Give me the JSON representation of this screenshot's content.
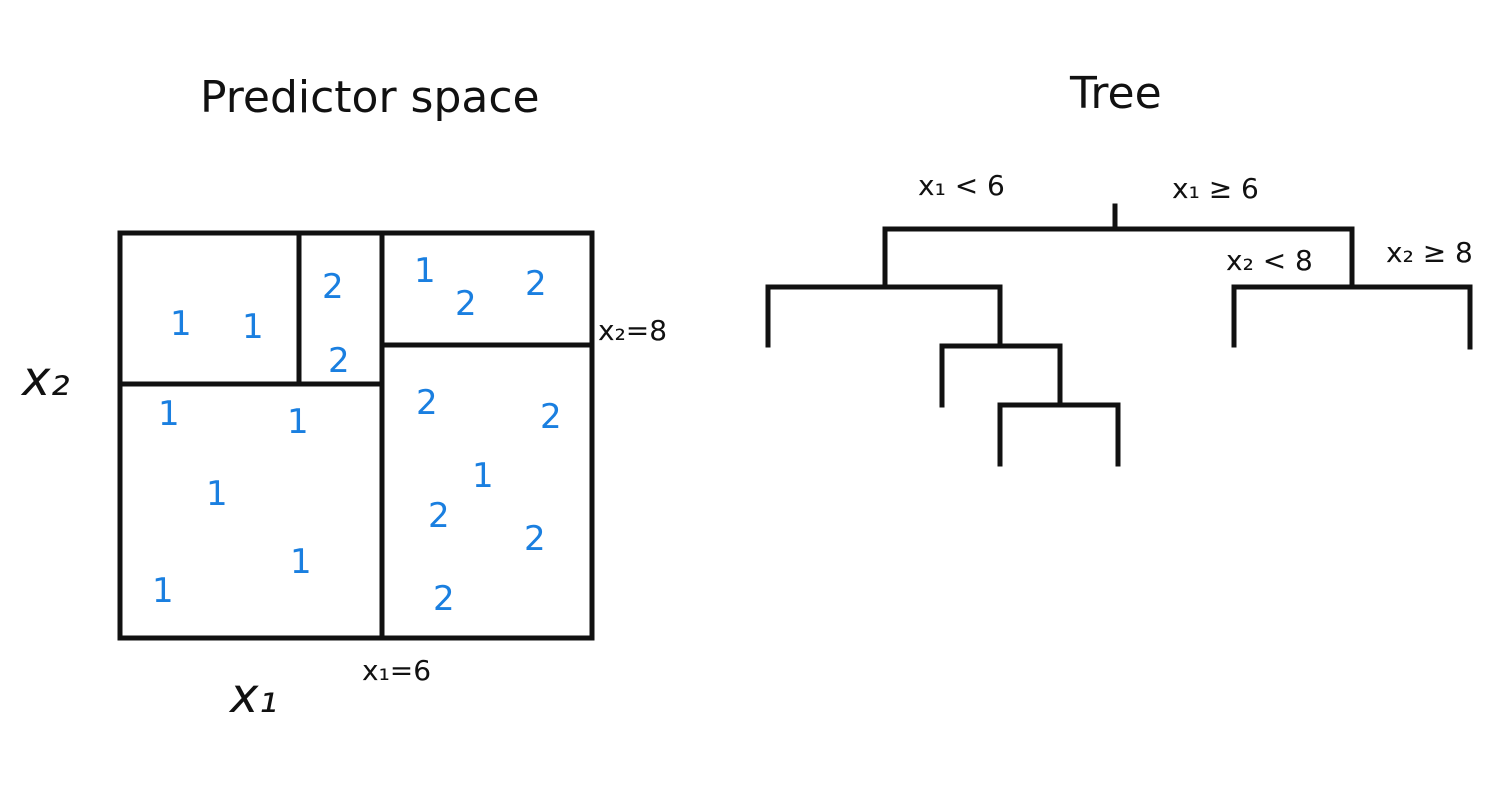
{
  "colors": {
    "line": "#111111",
    "label": "#1a7fe0",
    "background": "#ffffff"
  },
  "left_panel": {
    "title": "Predictor space",
    "x_axis_label": "x₁",
    "y_axis_label": "x₂",
    "split_x_label": "x₁=6",
    "split_y_label": "x₂=8",
    "points": [
      {
        "label": "1",
        "region": "upper-left"
      },
      {
        "label": "1",
        "region": "upper-left"
      },
      {
        "label": "2",
        "region": "upper-middle"
      },
      {
        "label": "2",
        "region": "upper-middle"
      },
      {
        "label": "1",
        "region": "upper-right"
      },
      {
        "label": "2",
        "region": "upper-right"
      },
      {
        "label": "2",
        "region": "upper-right"
      },
      {
        "label": "1",
        "region": "lower-left"
      },
      {
        "label": "1",
        "region": "lower-left"
      },
      {
        "label": "1",
        "region": "lower-left"
      },
      {
        "label": "1",
        "region": "lower-left"
      },
      {
        "label": "1",
        "region": "lower-left"
      },
      {
        "label": "2",
        "region": "lower-right"
      },
      {
        "label": "2",
        "region": "lower-right"
      },
      {
        "label": "1",
        "region": "lower-right"
      },
      {
        "label": "2",
        "region": "lower-right"
      },
      {
        "label": "2",
        "region": "lower-right"
      },
      {
        "label": "2",
        "region": "lower-right"
      }
    ]
  },
  "right_panel": {
    "title": "Tree",
    "root_left_condition": "x₁ < 6",
    "root_right_condition": "x₁ ≥ 6",
    "right_left_condition": "x₂ < 8",
    "right_right_condition": "x₂ ≥ 8"
  }
}
